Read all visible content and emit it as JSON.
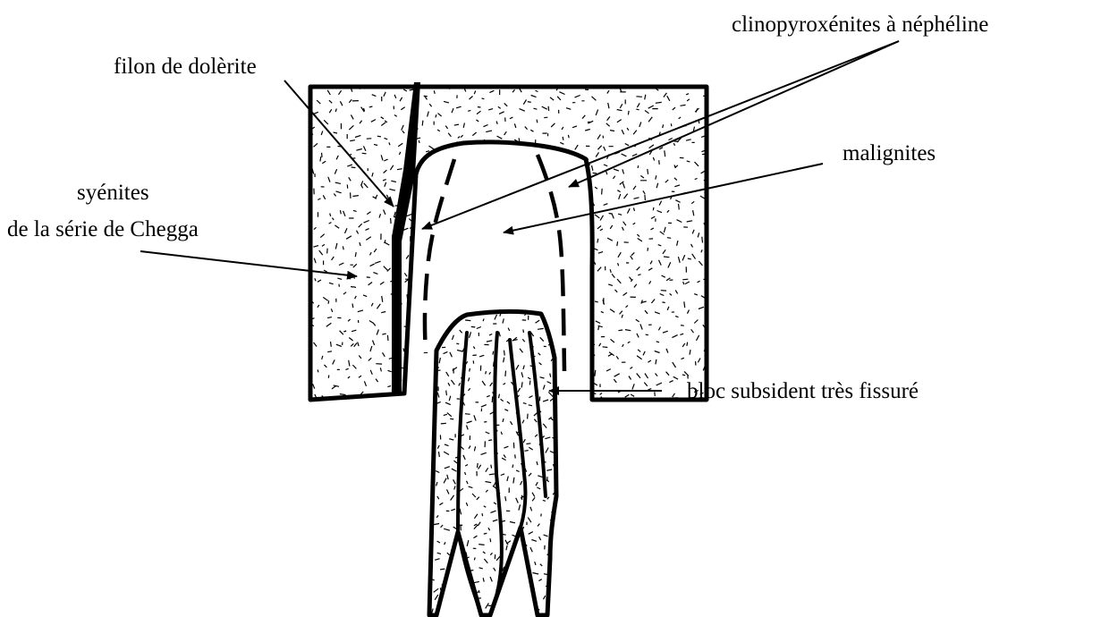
{
  "diagram": {
    "labels": {
      "clinopyroxenites": "clinopyroxénites à néphéline",
      "filon": "filon de dolèrite",
      "malignites": "malignites",
      "syenites_line1": "syénites",
      "syenites_line2": "de la série de Chegga",
      "bloc": "bloc subsident très fissuré"
    },
    "colors": {
      "ink": "#000000",
      "background": "#ffffff"
    }
  }
}
